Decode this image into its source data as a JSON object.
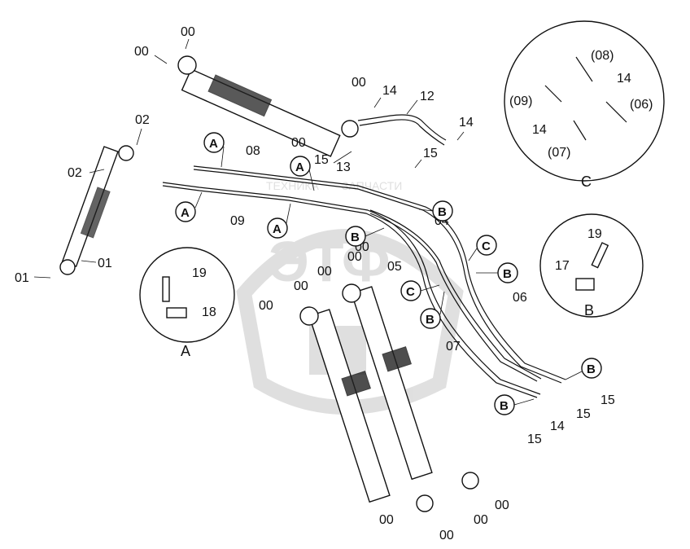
{
  "watermark": {
    "logo_text": "ЭТФ",
    "line1": "ТЕХНИКА",
    "line2": "ЗАПЧАСТИ"
  },
  "labels": {
    "l00a": "00",
    "l00b": "00",
    "l00c": "00",
    "l00d": "00",
    "l00e": "00",
    "l00f": "00",
    "l00g": "00",
    "l00h": "00",
    "l00i": "00",
    "l00j": "00",
    "l00k": "00",
    "l00l": "00",
    "l00m": "00",
    "l01a": "01",
    "l01b": "01",
    "l02a": "02",
    "l02b": "02",
    "l04": "04",
    "l05": "05",
    "l06": "06",
    "l07": "07",
    "l08": "08",
    "l09": "09",
    "l12": "12",
    "l13": "13",
    "l14a": "14",
    "l14b": "14",
    "l14c": "14",
    "l15a": "15",
    "l15b": "15",
    "l15c": "15",
    "l15d": "15",
    "l15e": "15",
    "l17": "17",
    "l18": "18",
    "l19a": "19",
    "l19b": "19"
  },
  "callouts": {
    "a1": "A",
    "a2": "A",
    "a3": "A",
    "a4": "A",
    "b1": "B",
    "b2": "B",
    "b3": "B",
    "b4": "B",
    "b5": "B",
    "b6": "B",
    "c1": "C",
    "c2": "C"
  },
  "detail_c": {
    "title": "C",
    "p08": "(08)",
    "p09": "(09)",
    "p06": "(06)",
    "p07": "(07)",
    "p14a": "14",
    "p14b": "14"
  },
  "detail_a": {
    "title": "A"
  },
  "detail_b": {
    "title": "B"
  }
}
